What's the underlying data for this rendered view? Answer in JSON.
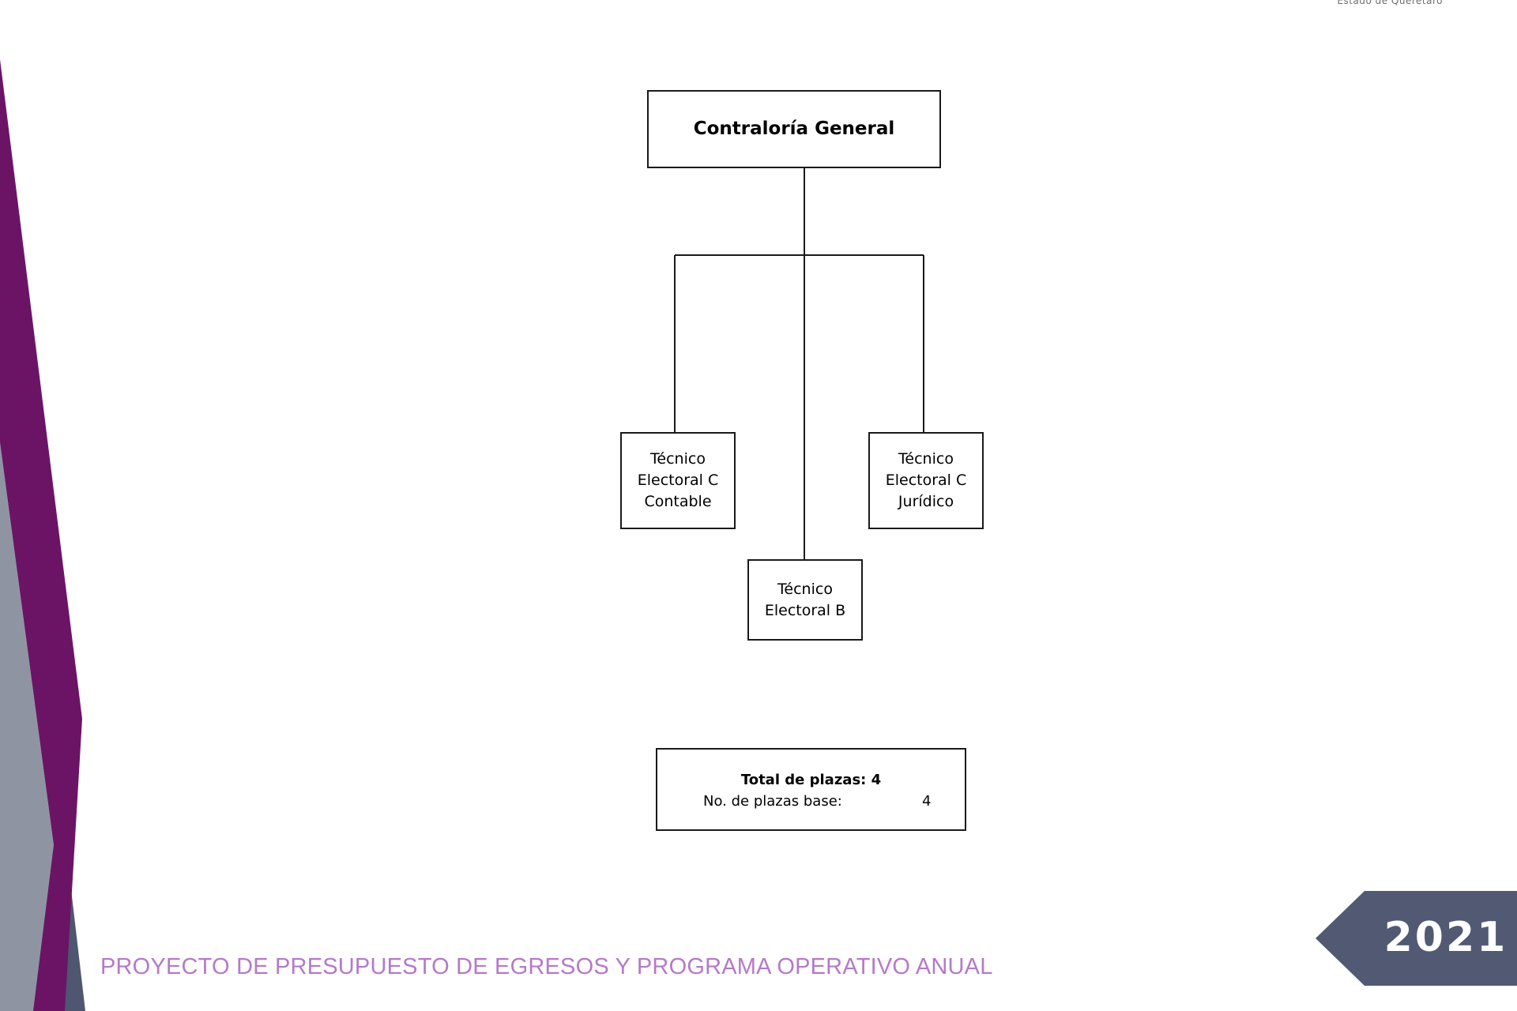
{
  "header": {
    "organization": "Estado de Querétaro"
  },
  "org_chart": {
    "root": {
      "label": "Contraloría General"
    },
    "children": [
      {
        "lines": [
          "Técnico",
          "Electoral C",
          "Contable"
        ]
      },
      {
        "lines": [
          "Técnico",
          "Electoral C",
          "Jurídico"
        ]
      },
      {
        "lines": [
          "Técnico",
          "Electoral B"
        ]
      }
    ]
  },
  "summary": {
    "total_label": "Total de plazas: 4",
    "base_label": "No. de plazas base:",
    "base_value": "4"
  },
  "footer": {
    "title": "PROYECTO DE PRESUPUESTO DE EGRESOS Y PROGRAMA OPERATIVO ANUAL",
    "year": "2021"
  },
  "colors": {
    "purple": "#6b1466",
    "gray": "#8f94a3",
    "slate": "#4f566f",
    "footer_text": "#b579c9",
    "badge": "#525a73"
  }
}
